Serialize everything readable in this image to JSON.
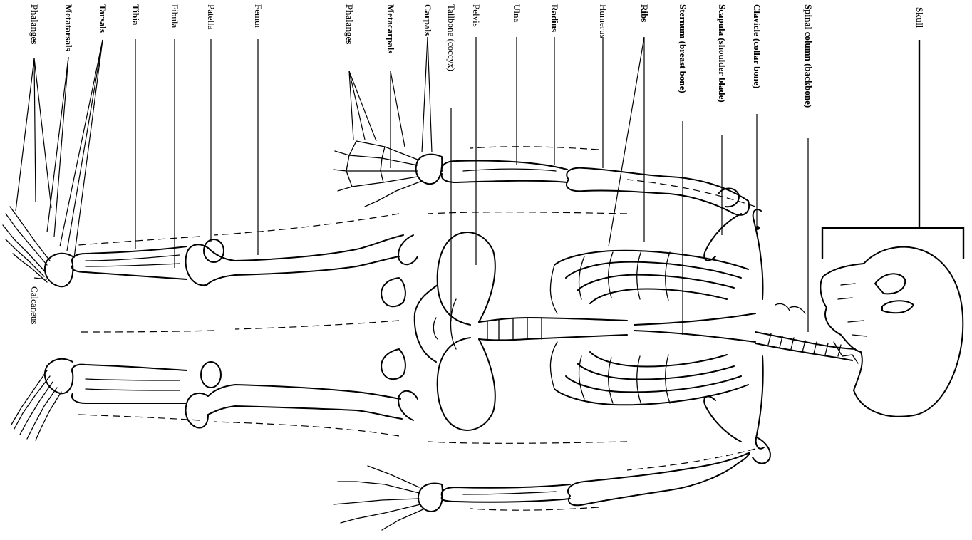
{
  "labels": {
    "phalanges_foot": "Phalanges",
    "metatarsals": "Metatarsals",
    "tarsals": "Tarsals",
    "tibia": "Tibia",
    "fibula": "Fibula",
    "patella": "Patella",
    "femur": "Femur",
    "phalanges_hand": "Phalanges",
    "metacarpals": "Metacarpals",
    "carpals": "Carpals",
    "tailbone": "Tailbone (coccyx)",
    "pelvis": "Pelvis",
    "ulna": "Ulna",
    "radius": "Radius",
    "humerus": "Humerus",
    "ribs": "Ribs",
    "sternum": "Sternum (breast bone)",
    "scapula": "Scapula (shoulder blade)",
    "clavicle": "Clavicle (collar bone)",
    "spinal_column": "Spinal column (backbone)",
    "skull": "Skull",
    "calcaneus": "Calcaneus"
  }
}
